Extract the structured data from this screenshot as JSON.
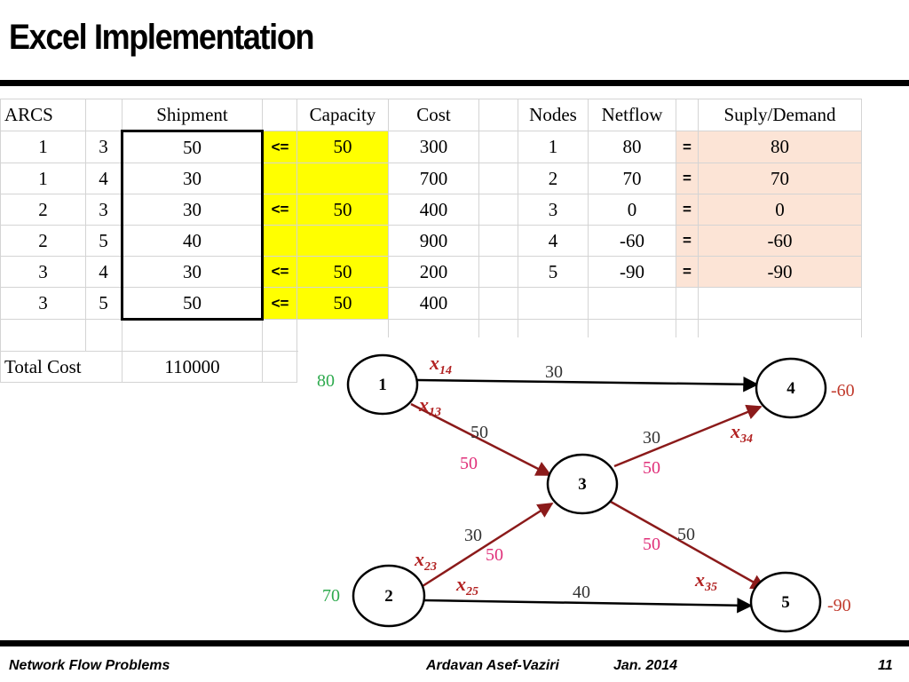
{
  "slide": {
    "title": "Excel Implementation",
    "footer_left": "Network Flow Problems",
    "footer_author": "Ardavan Asef-Vaziri",
    "footer_date": "Jan. 2014",
    "page_number": "11"
  },
  "sheet": {
    "headers": {
      "arcs": "ARCS",
      "shipment": "Shipment",
      "capacity": "Capacity",
      "cost": "Cost",
      "nodes": "Nodes",
      "netflow": "Netflow",
      "supply_demand": "Suply/Demand"
    },
    "arcs": [
      {
        "from": "1",
        "to": "3",
        "shipment": "50",
        "op": "<=",
        "capacity": "50",
        "cost": "300"
      },
      {
        "from": "1",
        "to": "4",
        "shipment": "30",
        "op": "",
        "capacity": "",
        "cost": "700"
      },
      {
        "from": "2",
        "to": "3",
        "shipment": "30",
        "op": "<=",
        "capacity": "50",
        "cost": "400"
      },
      {
        "from": "2",
        "to": "5",
        "shipment": "40",
        "op": "",
        "capacity": "",
        "cost": "900"
      },
      {
        "from": "3",
        "to": "4",
        "shipment": "30",
        "op": "<=",
        "capacity": "50",
        "cost": "200"
      },
      {
        "from": "3",
        "to": "5",
        "shipment": "50",
        "op": "<=",
        "capacity": "50",
        "cost": "400"
      }
    ],
    "nodes": [
      {
        "node": "1",
        "netflow": "80",
        "op": "=",
        "supply_demand": "80"
      },
      {
        "node": "2",
        "netflow": "70",
        "op": "=",
        "supply_demand": "70"
      },
      {
        "node": "3",
        "netflow": "0",
        "op": "=",
        "supply_demand": "0"
      },
      {
        "node": "4",
        "netflow": "-60",
        "op": "=",
        "supply_demand": "-60"
      },
      {
        "node": "5",
        "netflow": "-90",
        "op": "=",
        "supply_demand": "-90"
      }
    ],
    "total_cost_label": "Total Cost",
    "total_cost_value": "110000"
  },
  "network": {
    "colors": {
      "arc_dark": "#8b1a1a",
      "arc_black": "#000000",
      "capacity_pink": "#e0307a",
      "supply_green": "#2eaa4e",
      "demand_red": "#c0392b"
    },
    "nodes": [
      {
        "id": "1",
        "label": "1",
        "supply": "80"
      },
      {
        "id": "2",
        "label": "2",
        "supply": "70"
      },
      {
        "id": "3",
        "label": "3",
        "supply": ""
      },
      {
        "id": "4",
        "label": "4",
        "supply": "-60"
      },
      {
        "id": "5",
        "label": "5",
        "supply": "-90"
      }
    ],
    "arcs": [
      {
        "from": "1",
        "to": "4",
        "var_base": "x",
        "var_sub": "14",
        "flow": "30",
        "capacity": ""
      },
      {
        "from": "1",
        "to": "3",
        "var_base": "x",
        "var_sub": "13",
        "flow": "50",
        "capacity": "50"
      },
      {
        "from": "2",
        "to": "3",
        "var_base": "x",
        "var_sub": "23",
        "flow": "30",
        "capacity": "50"
      },
      {
        "from": "2",
        "to": "5",
        "var_base": "x",
        "var_sub": "25",
        "flow": "40",
        "capacity": ""
      },
      {
        "from": "3",
        "to": "4",
        "var_base": "x",
        "var_sub": "34",
        "flow": "30",
        "capacity": "50"
      },
      {
        "from": "3",
        "to": "5",
        "var_base": "x",
        "var_sub": "35",
        "flow": "50",
        "capacity": "50"
      }
    ]
  }
}
